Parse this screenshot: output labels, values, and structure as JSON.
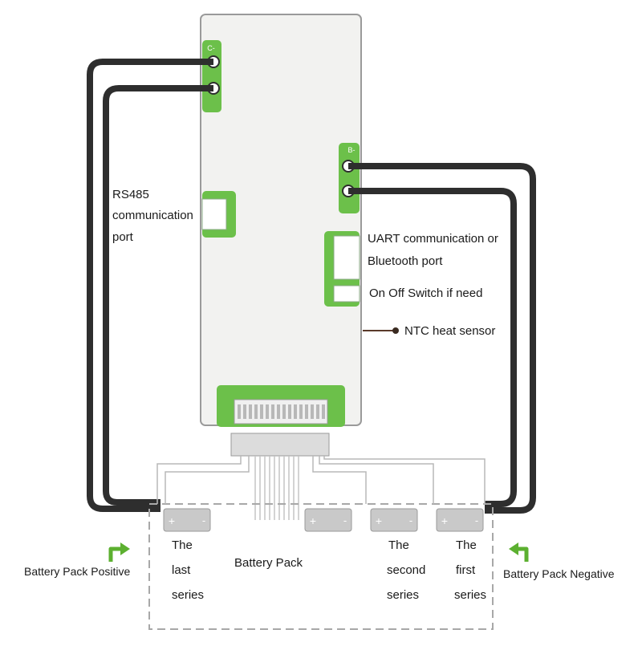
{
  "labels": {
    "rs485_line1": "RS485",
    "rs485_line2": "communication",
    "rs485_line3": "port",
    "uart_line1": "UART communication or",
    "uart_line2": "Bluetooth port",
    "switch": "On Off Switch if need",
    "ntc": "NTC heat sensor",
    "battery_pack": "Battery Pack",
    "pack_positive": "Battery Pack Positive",
    "pack_negative": "Battery Pack Negative",
    "last_series": [
      "The",
      "last",
      "series"
    ],
    "second_series": [
      "The",
      "second",
      "series"
    ],
    "first_series": [
      "The",
      "first",
      "series"
    ]
  },
  "board_markings": {
    "c_minus": "C-",
    "b_minus": "B-"
  },
  "cell_signs": {
    "plus": "+",
    "minus": "-"
  },
  "colors": {
    "pcb_green": "#6cc04a",
    "board_white": "#f2f2f0",
    "cable_black": "#2e2e2e",
    "arrow_green": "#5cb030"
  }
}
